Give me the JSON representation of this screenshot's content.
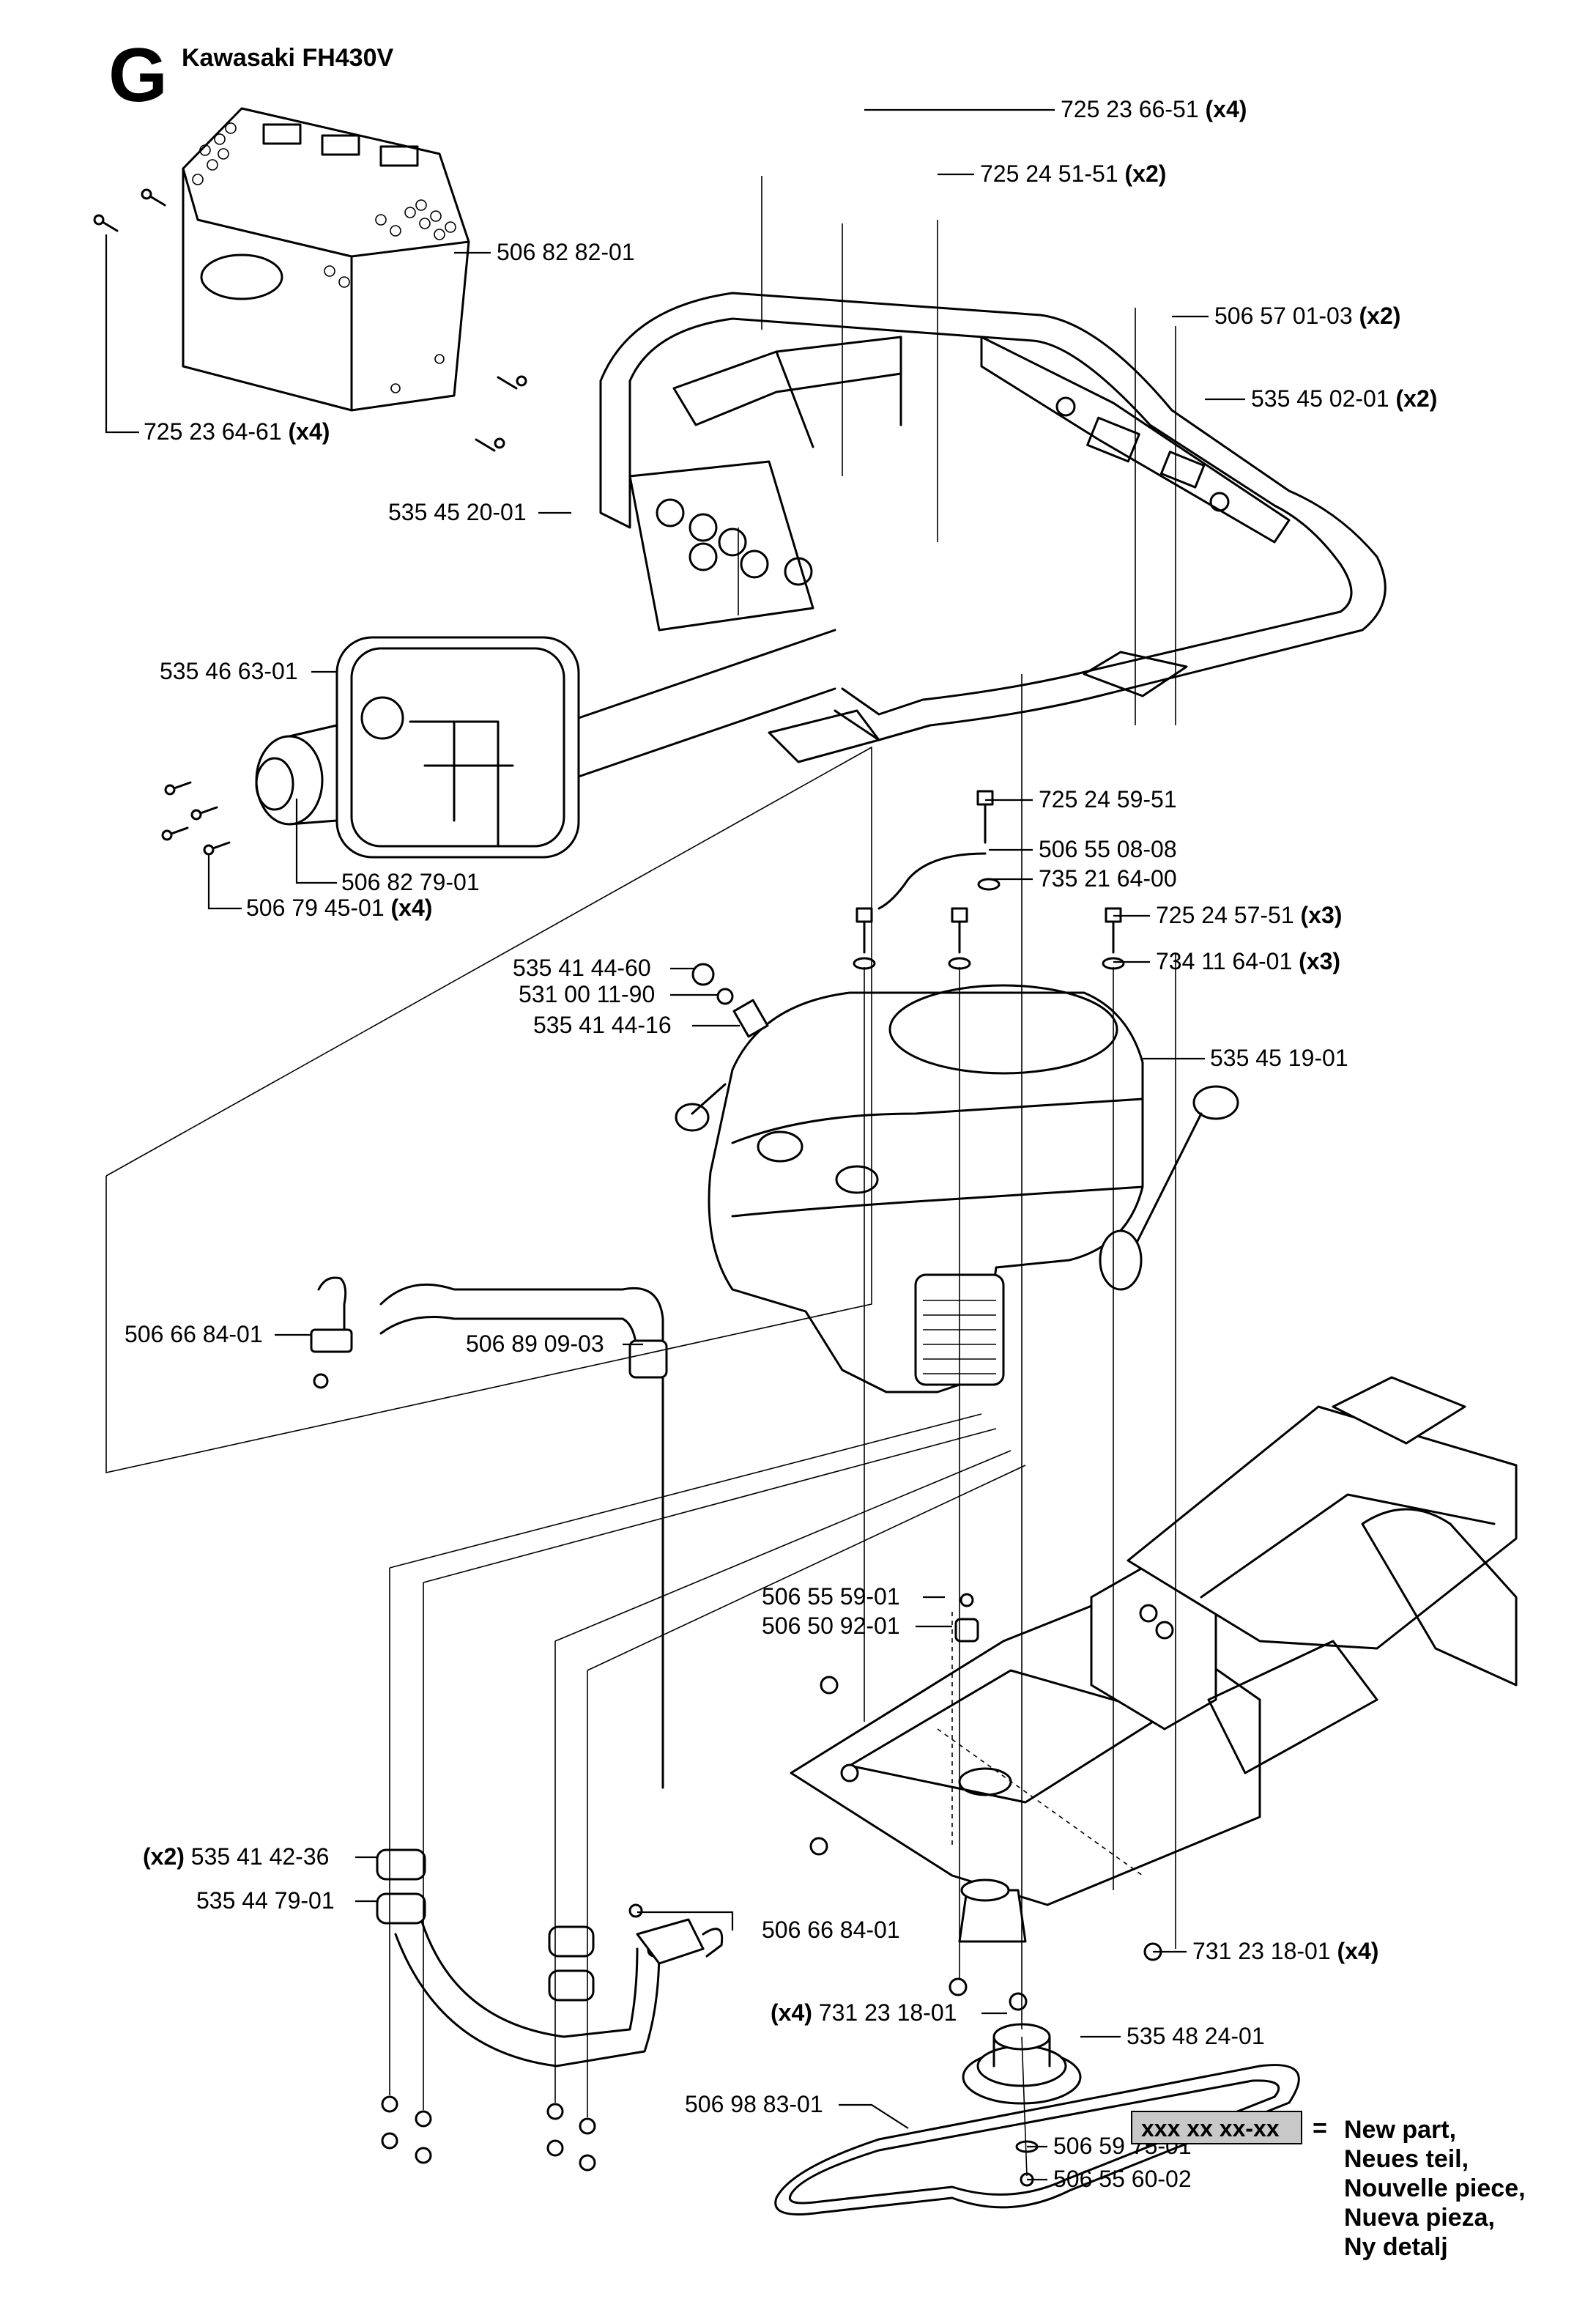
{
  "section_letter": "G",
  "title": "Kawasaki FH430V",
  "labels": [
    {
      "id": "l1",
      "code": "725 23 66-51",
      "qty": "(x4)"
    },
    {
      "id": "l2",
      "code": "725 24 51-51",
      "qty": "(x2)"
    },
    {
      "id": "l3",
      "code": "506 82 82-01",
      "qty": ""
    },
    {
      "id": "l4",
      "code": "506 57 01-03",
      "qty": "(x2)"
    },
    {
      "id": "l5",
      "code": "535 45 02-01",
      "qty": "(x2)"
    },
    {
      "id": "l6",
      "code": "725 23 64-61",
      "qty": "(x4)"
    },
    {
      "id": "l7",
      "code": "535 45 20-01",
      "qty": ""
    },
    {
      "id": "l8",
      "code": "535 46 63-01",
      "qty": ""
    },
    {
      "id": "l9",
      "code": "725 24 59-51",
      "qty": ""
    },
    {
      "id": "l10",
      "code": "506 55 08-08",
      "qty": ""
    },
    {
      "id": "l11",
      "code": "735 21 64-00",
      "qty": ""
    },
    {
      "id": "l12",
      "code": "506 82 79-01",
      "qty": ""
    },
    {
      "id": "l13",
      "code": "506 79 45-01",
      "qty": "(x4)"
    },
    {
      "id": "l14",
      "code": "725 24 57-51",
      "qty": "(x3)"
    },
    {
      "id": "l15",
      "code": "734 11 64-01",
      "qty": "(x3)"
    },
    {
      "id": "l16",
      "code": "535 41 44-60",
      "qty": ""
    },
    {
      "id": "l17",
      "code": "531 00 11-90",
      "qty": ""
    },
    {
      "id": "l18",
      "code": "535 41 44-16",
      "qty": ""
    },
    {
      "id": "l19",
      "code": "535 45 19-01",
      "qty": ""
    },
    {
      "id": "l20",
      "code": "506 66 84-01",
      "qty": ""
    },
    {
      "id": "l21",
      "code": "506 89 09-03",
      "qty": ""
    },
    {
      "id": "l22",
      "code": "506 55 59-01",
      "qty": ""
    },
    {
      "id": "l23",
      "code": "506 50 92-01",
      "qty": ""
    },
    {
      "id": "l24",
      "code": "535 41 42-36",
      "qty": "(x2)"
    },
    {
      "id": "l25",
      "code": "535 44 79-01",
      "qty": ""
    },
    {
      "id": "l26",
      "code": "506 66 84-01",
      "qty": ""
    },
    {
      "id": "l27",
      "code": "731 23 18-01",
      "qty": "(x4)"
    },
    {
      "id": "l28",
      "code": "731 23 18-01",
      "qty": "(x4)"
    },
    {
      "id": "l29",
      "code": "535 48 24-01",
      "qty": ""
    },
    {
      "id": "l30",
      "code": "506 98 83-01",
      "qty": ""
    },
    {
      "id": "l31",
      "code": "506 59 75-01",
      "qty": ""
    },
    {
      "id": "l32",
      "code": "506 55 60-02",
      "qty": ""
    }
  ],
  "legend": {
    "sample": "xxx xx xx-xx",
    "equals": "=",
    "lines": [
      "New part,",
      "Neues teil,",
      "Nouvelle piece,",
      "Nueva pieza,",
      "Ny detalj"
    ],
    "highlight_color": "#c8c8c8"
  }
}
